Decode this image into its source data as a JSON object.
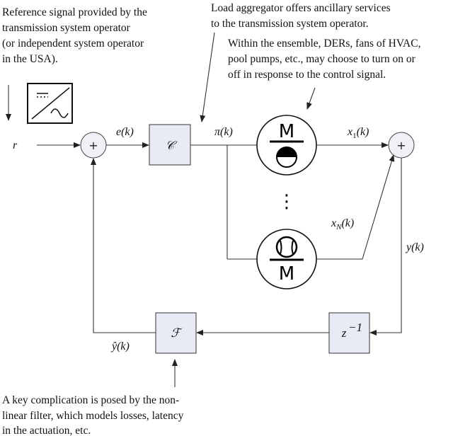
{
  "notes": {
    "reference_signal": [
      "Reference signal provided by the",
      "transmission system operator",
      "(or independent system operator",
      "in the USA)."
    ],
    "load_aggregator": [
      "Load aggregator offers ancillary services",
      "to the transmission system operator."
    ],
    "ensemble": [
      "Within the ensemble, DERs, fans of HVAC,",
      "pool pumps, etc., may choose to turn on or",
      "off in response to the control signal."
    ],
    "complication": [
      "A key complication is posed by the non-",
      "linear filter, which models losses, latency",
      "in the actuation, etc."
    ]
  },
  "signals": {
    "r": "r",
    "e": "e(k)",
    "pi": "π(k)",
    "x1": "x",
    "x1_sub": "1",
    "x1_arg": "(k)",
    "xN": "x",
    "xN_sub": "N",
    "xN_arg": "(k)",
    "y": "y(k)",
    "yhat": "ŷ(k)"
  },
  "blocks": {
    "controller": "𝒞",
    "filter": "ℱ",
    "delay": "z",
    "delay_exp": "−1"
  },
  "summing_junction_symbol": "+",
  "motor_label": "M",
  "ellipsis": "⋮",
  "colors": {
    "block_fill": "#e8eaf6",
    "line": "#333333"
  }
}
